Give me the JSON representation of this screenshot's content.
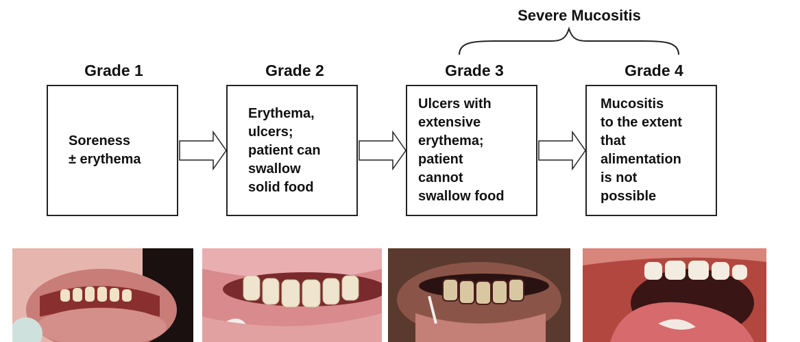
{
  "bracket_label": "Severe Mucositis",
  "grades": [
    {
      "title": "Grade 1",
      "description": "Soreness\n± erythema"
    },
    {
      "title": "Grade 2",
      "description": "Erythema,\nulcers;\npatient can\nswallow\nsolid food"
    },
    {
      "title": "Grade 3",
      "description": "Ulcers with\nextensive\nerythema;\npatient\ncannot\nswallow food"
    },
    {
      "title": "Grade 4",
      "description": "Mucositis\nto the extent\nthat\nalimentation\nis not\npossible"
    }
  ],
  "colors": {
    "line": "#222222",
    "mucosa": "#d8848a",
    "teeth": "#f1e6c8",
    "shadow": "#4a1e1e"
  }
}
